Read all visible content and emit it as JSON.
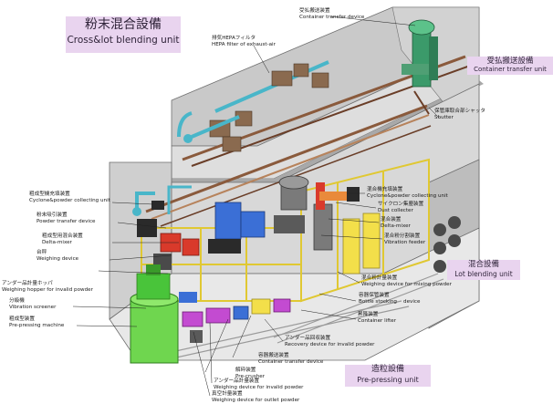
{
  "units": {
    "cross_lot": {
      "jp": "粉末混合設備",
      "en": "Cross&lot blending unit"
    },
    "container_transfer": {
      "jp": "受払搬送設備",
      "en": "Container transfer unit"
    },
    "lot_blending": {
      "jp": "混合設備",
      "en": "Lot blending unit"
    },
    "pre_pressing": {
      "jp": "造粒設備",
      "en": "Pre-pressing unit"
    }
  },
  "callouts": {
    "container_transfer_device": {
      "jp": "受払搬送装置",
      "en": "Container transfer device"
    },
    "hepa_filter": {
      "jp": "排気HEPAフィルタ",
      "en": "HEPA filter of exhaust-air"
    },
    "shutter": {
      "jp": "保管庫取合部シャッタ",
      "en": "Shutter"
    },
    "cyclone_left": {
      "jp": "粗成型機充填装置",
      "en": "Cyclone&powder collecting unit"
    },
    "powder_transfer": {
      "jp": "粉末吸引装置",
      "en": "Powder transfer device"
    },
    "delta_mixer_left": {
      "jp": "粗成型用混合装置",
      "en": "Delta-mixer"
    },
    "weighing_device": {
      "jp": "台秤",
      "en": "Weighing device"
    },
    "weighing_hopper": {
      "jp": "アンダー品計量ホッパ",
      "en": "Weighing hopper for invalid powder"
    },
    "vibration_screener": {
      "jp": "分級機",
      "en": "Vibration screener"
    },
    "pre_pressing_machine": {
      "jp": "粗成型装置",
      "en": "Pre-pressing machine"
    },
    "cyclone_right": {
      "jp": "混合機充填装置",
      "en": "Cyclone&powder collecting unit"
    },
    "dust_collector": {
      "jp": "サイクロン集塵装置",
      "en": "Dust collecter"
    },
    "delta_mixer_right": {
      "jp": "混合装置",
      "en": "Delta-mixer"
    },
    "vibration_feeder": {
      "jp": "混合粉分割装置",
      "en": "Vibration feeder"
    },
    "weighing_mixing": {
      "jp": "混合粉計量装置",
      "en": "Weighing device for mixing powder"
    },
    "bottle_stocking": {
      "jp": "容器保管装置",
      "en": "Bottle stocking    device"
    },
    "container_lifter": {
      "jp": "昇降装置",
      "en": "Container lifter"
    },
    "recovery_device": {
      "jp": "アンダー品回収装置",
      "en": "Recovery device for invalid powder"
    },
    "container_transfer_lower": {
      "jp": "容器搬送装置",
      "en": "Container transfer device"
    },
    "pre_crusher": {
      "jp": "解砕装置",
      "en": "Pre-crusher"
    },
    "weighing_invalid": {
      "jp": "アンダー品計量装置",
      "en": "Weighing device for invalid powder"
    },
    "bottom_partial": {
      "jp": "真空計量装置",
      "en": "Weighing device for outlet powder"
    }
  },
  "colors": {
    "room_wall": "#c9c9c9",
    "room_floor": "#e8e8e8",
    "frame_yellow": "#f3df4a",
    "duct_cyan": "#49b6c9",
    "pipe_brown": "#8a5a3c",
    "mixer_green": "#49c43a",
    "pre_press_green": "#6fd64f",
    "hopper_red": "#d93a2b",
    "device_blue": "#3b6fd6",
    "device_magenta": "#c34bd1",
    "label_box": "#e9d4ef"
  }
}
